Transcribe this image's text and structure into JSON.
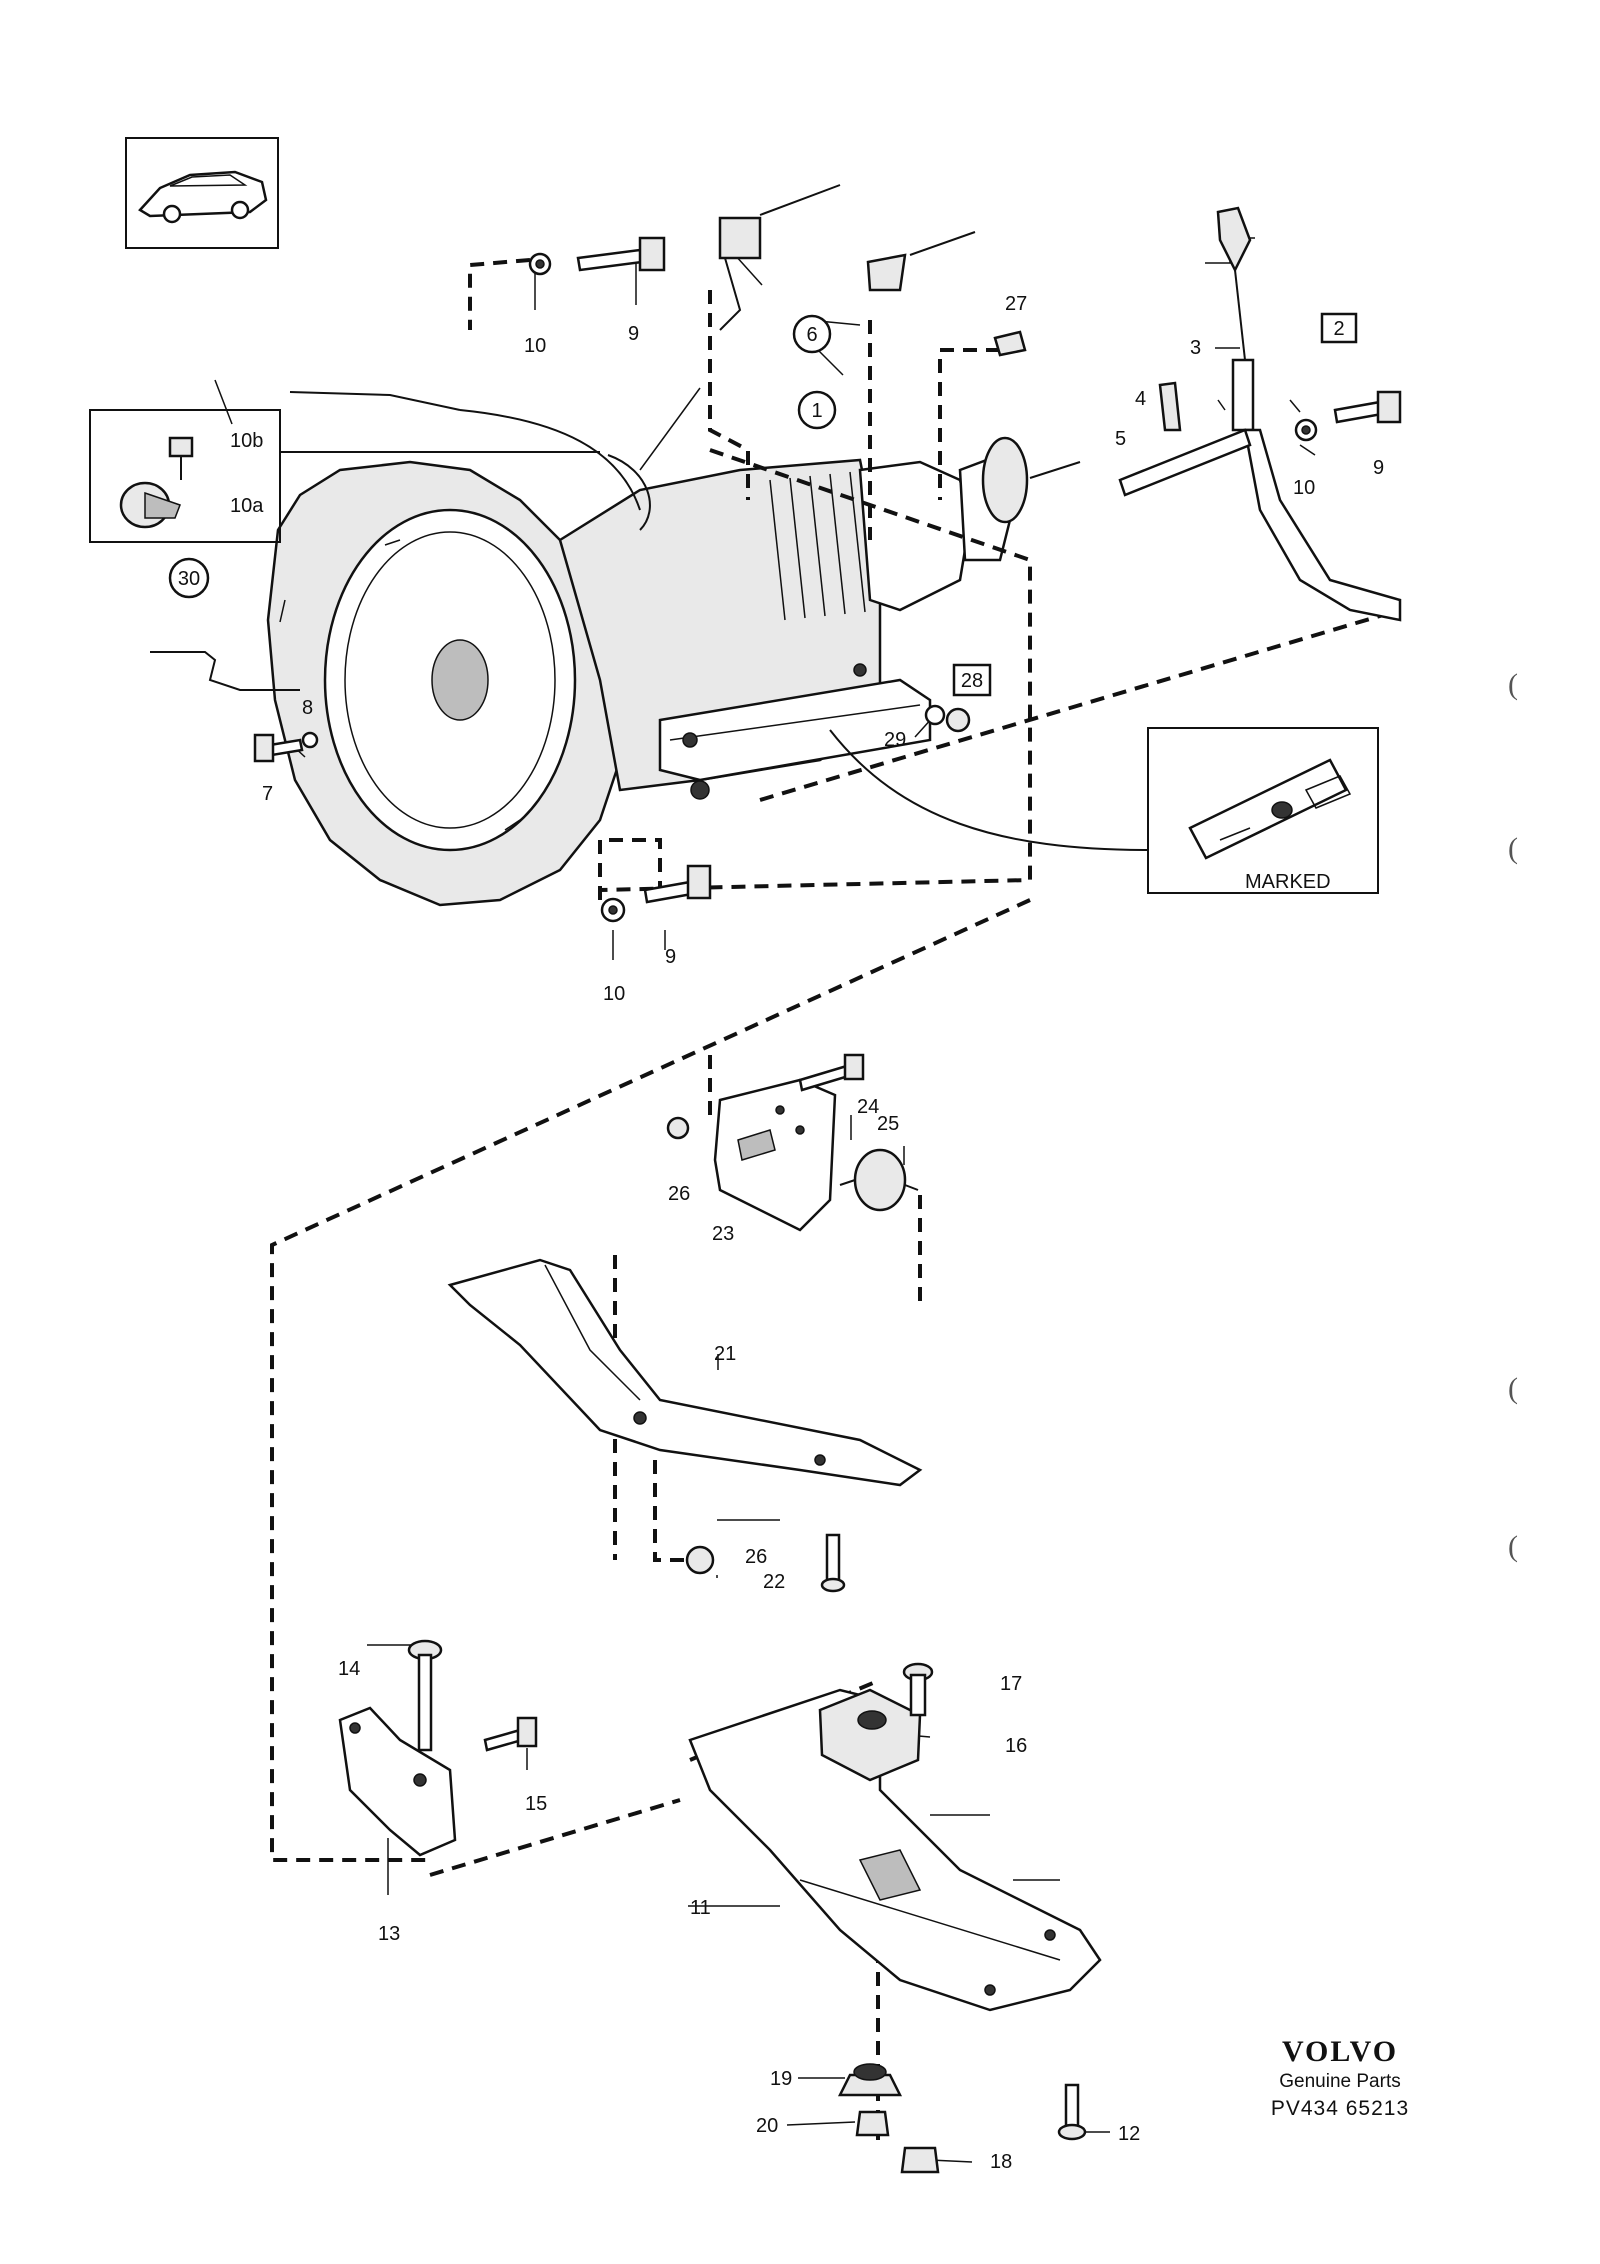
{
  "callouts": {
    "c1": "1",
    "c2": "2",
    "c3": "3",
    "c4": "4",
    "c5": "5",
    "c6": "6",
    "c7": "7",
    "c8": "8",
    "c9a": "9",
    "c9b": "9",
    "c9c": "9",
    "c10a": "10",
    "c10b": "10",
    "c10c": "10",
    "c10sa": "10a",
    "c10sb": "10b",
    "c11": "11",
    "c12": "12",
    "c13": "13",
    "c14": "14",
    "c15": "15",
    "c16": "16",
    "c17": "17",
    "c18": "18",
    "c19": "19",
    "c20": "20",
    "c21": "21",
    "c22": "22",
    "c23": "23",
    "c24": "24",
    "c25": "25",
    "c26a": "26",
    "c26b": "26",
    "c27": "27",
    "c28": "28",
    "c29": "29",
    "c30": "30"
  },
  "plate_text": "MARKED",
  "brand": {
    "logo": "VOLVO",
    "subtitle": "Genuine Parts",
    "reference": "PV434  65213"
  },
  "margin_marks": [
    "(",
    "(",
    "(",
    "("
  ]
}
